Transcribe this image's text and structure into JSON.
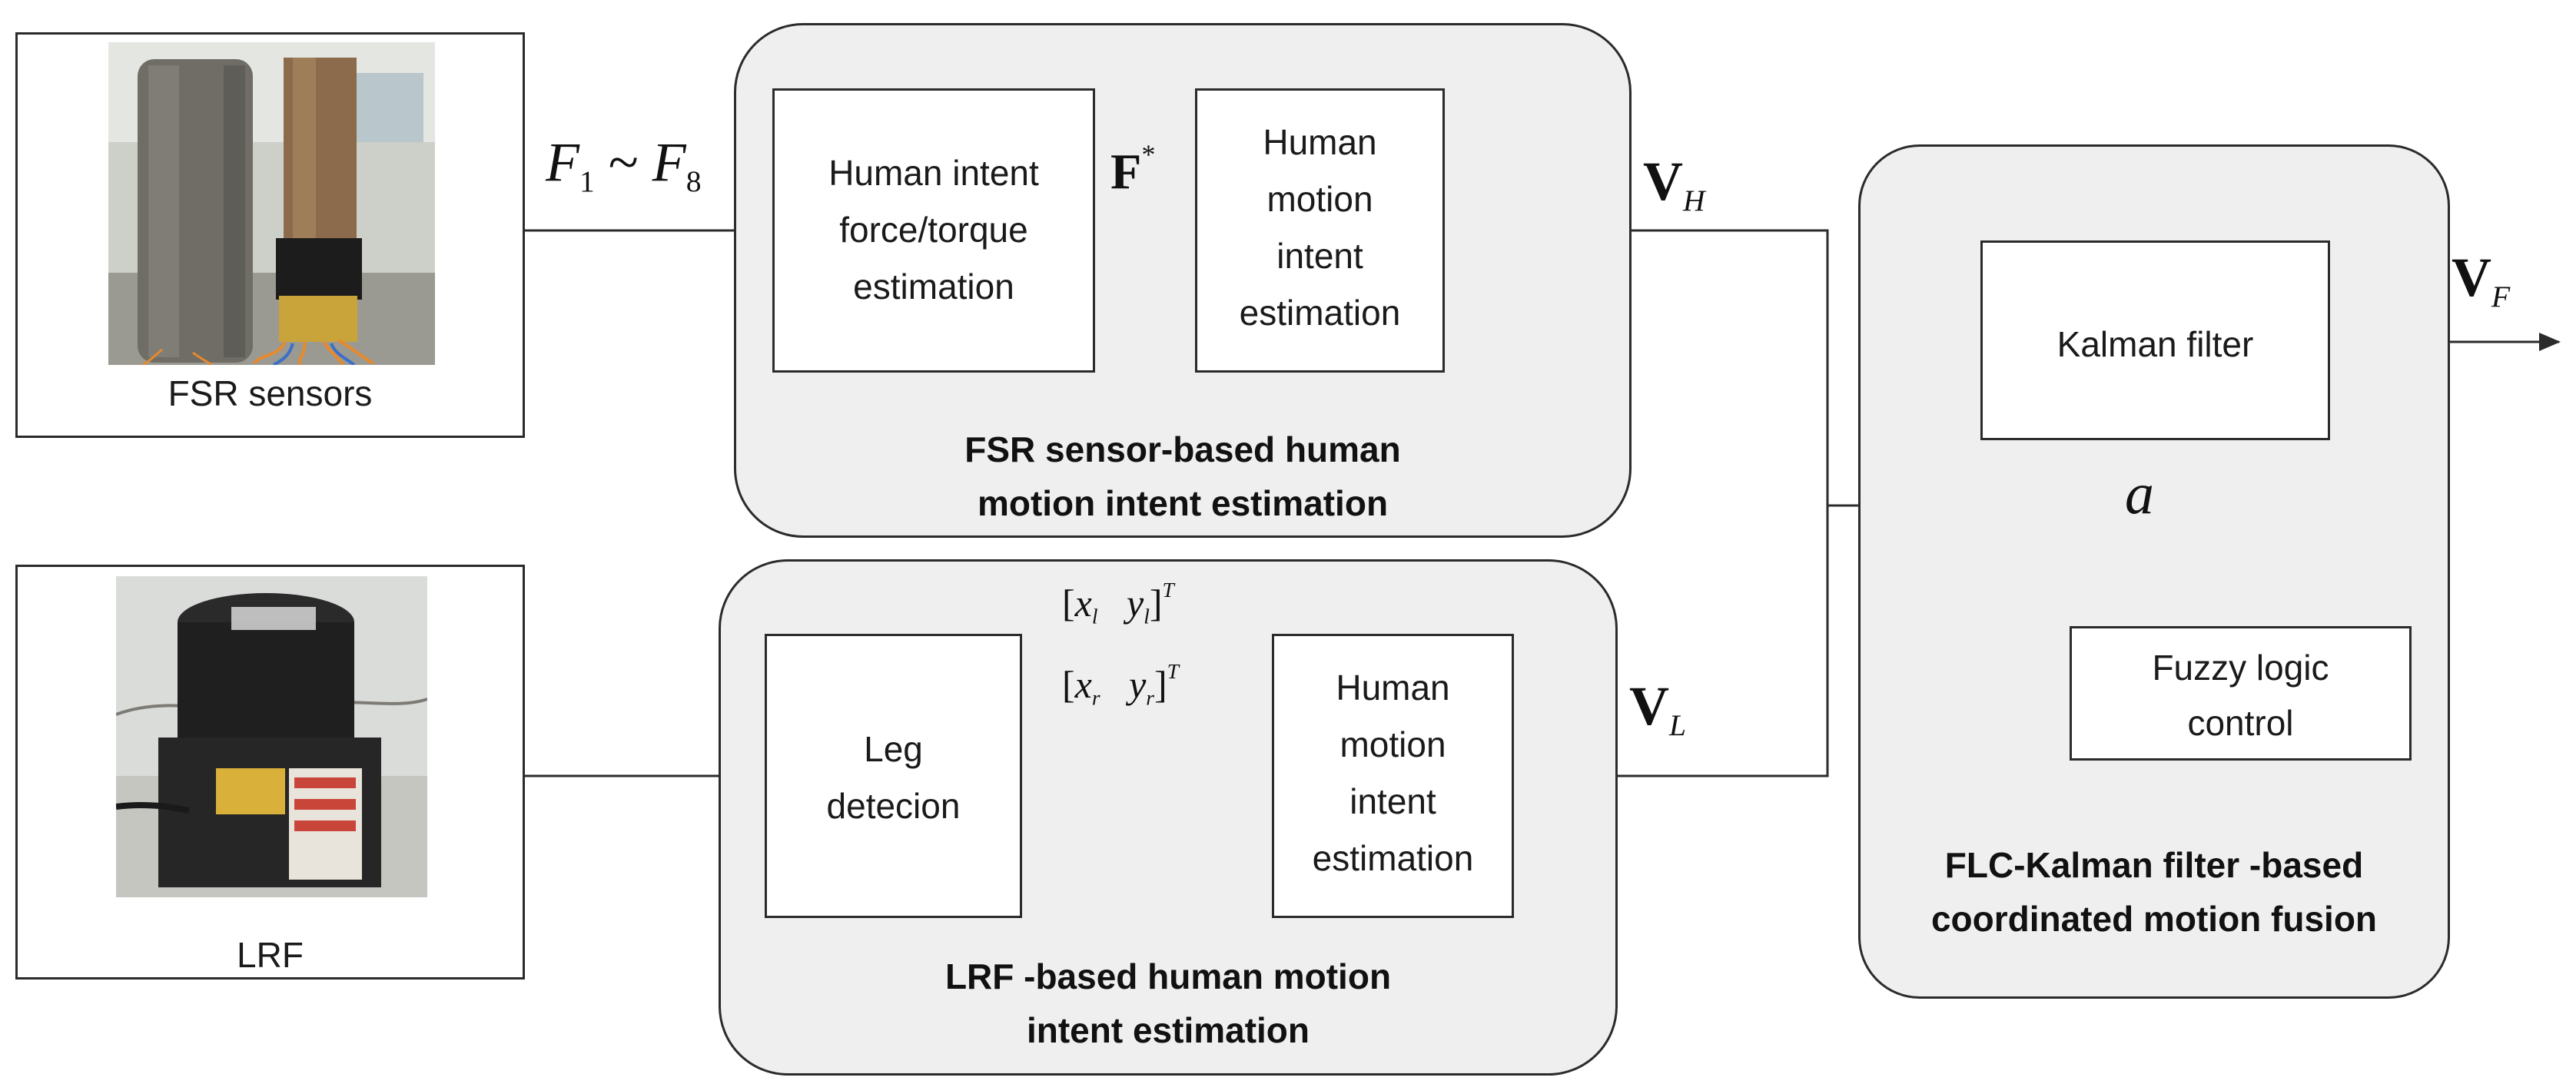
{
  "fsr_sensors": {
    "caption": "FSR sensors"
  },
  "lrf": {
    "caption": "LRF"
  },
  "fsr_group": {
    "title_line1": "FSR sensor-based human",
    "title_line2": "motion intent estimation",
    "force_block": [
      "Human intent",
      "force/torque",
      "estimation"
    ],
    "motion_block": [
      "Human",
      "motion",
      "intent",
      "estimation"
    ]
  },
  "lrf_group": {
    "title_line1": "LRF -based human motion",
    "title_line2": "intent estimation",
    "leg_block": [
      "Leg",
      "detecion"
    ],
    "motion_block": [
      "Human",
      "motion",
      "intent",
      "estimation"
    ]
  },
  "fusion_group": {
    "title_line1": "FLC-Kalman filter -based",
    "title_line2": "coordinated motion  fusion",
    "kalman_label": "Kalman filter",
    "fuzzy_block": [
      "Fuzzy logic",
      "control"
    ]
  },
  "signals": {
    "force_range": {
      "f1": "F",
      "f1_sub": "1",
      "sep": " ~ ",
      "f8": "F",
      "f8_sub": "8"
    },
    "force_star": {
      "base": "F",
      "sup": "*"
    },
    "vh": {
      "base": "V",
      "sub": "H"
    },
    "vl": {
      "base": "V",
      "sub": "L"
    },
    "vf": {
      "base": "V",
      "sub": "F"
    },
    "alpha": "a",
    "left_leg": {
      "x": "x",
      "x_sub": "l",
      "y": "y",
      "y_sub": "l",
      "sup": "T"
    },
    "right_leg": {
      "x": "x",
      "x_sub": "r",
      "y": "y",
      "y_sub": "r",
      "sup": "T"
    }
  },
  "colors": {
    "stroke": "#2b2b2b",
    "group_fill": "#efefef"
  }
}
